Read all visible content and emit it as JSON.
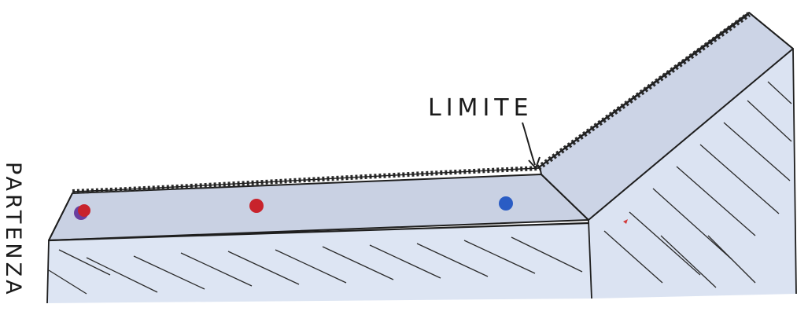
{
  "labels": {
    "limit": "LIMITE",
    "start": "PARTENZA"
  },
  "colors": {
    "background": "#ffffff",
    "face_top": "#cfd6e6",
    "face_side": "#dde5f3",
    "ink": "#1e1e1e",
    "marble_red": "#c8232c",
    "marble_blue": "#2a5cc4",
    "marble_purple": "#6a3f9e"
  },
  "marbles": [
    {
      "color": "marble_red",
      "accent": "marble_purple"
    },
    {
      "color": "marble_red"
    },
    {
      "color": "marble_blue"
    }
  ]
}
